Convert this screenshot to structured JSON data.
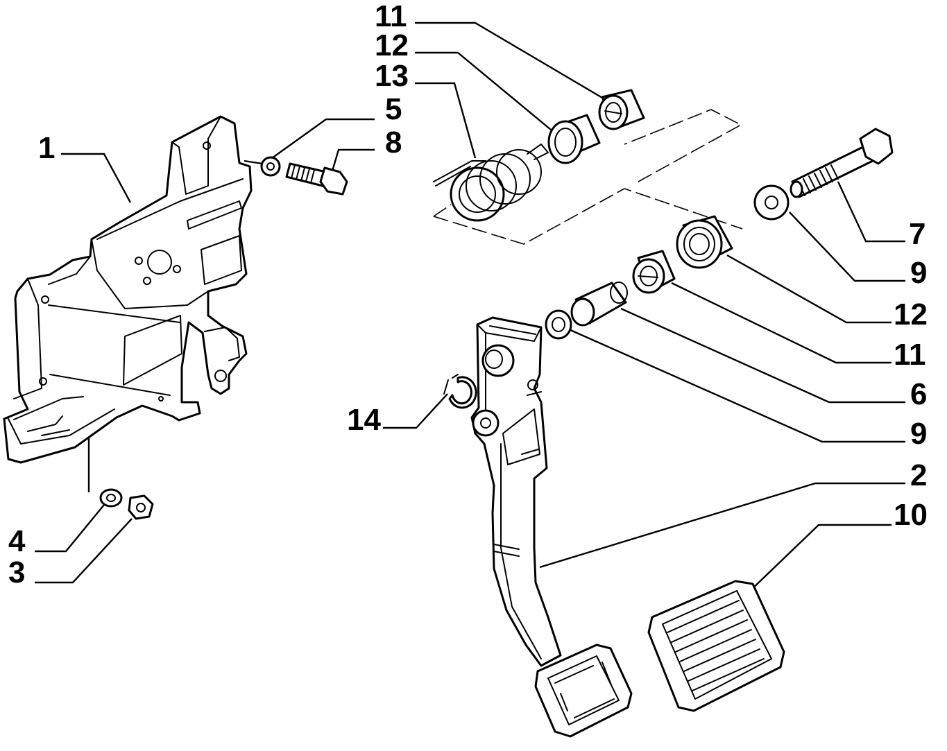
{
  "diagram": {
    "callouts": [
      {
        "id": "c1",
        "label": "1"
      },
      {
        "id": "c2",
        "label": "2"
      },
      {
        "id": "c3",
        "label": "3"
      },
      {
        "id": "c4",
        "label": "4"
      },
      {
        "id": "c5",
        "label": "5"
      },
      {
        "id": "c6",
        "label": "6"
      },
      {
        "id": "c7",
        "label": "7"
      },
      {
        "id": "c8",
        "label": "8"
      },
      {
        "id": "c9a",
        "label": "9"
      },
      {
        "id": "c9b",
        "label": "9"
      },
      {
        "id": "c10",
        "label": "10"
      },
      {
        "id": "c11a",
        "label": "11"
      },
      {
        "id": "c11b",
        "label": "11"
      },
      {
        "id": "c12a",
        "label": "12"
      },
      {
        "id": "c12b",
        "label": "12"
      },
      {
        "id": "c13",
        "label": "13"
      },
      {
        "id": "c14",
        "label": "14"
      }
    ]
  }
}
